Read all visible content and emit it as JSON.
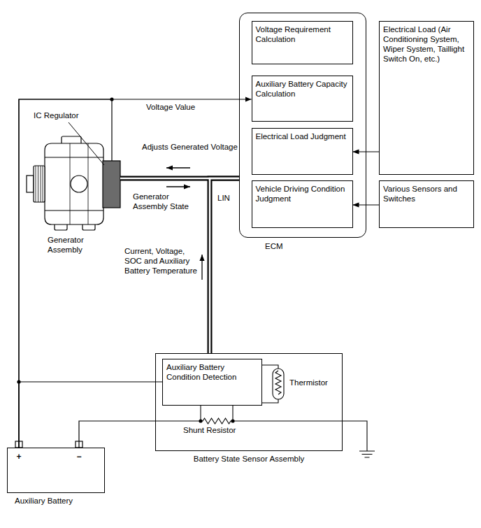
{
  "diagram": {
    "nodes": [
      {
        "text": [
          "ECM"
        ]
      },
      {
        "text": [
          "Voltage Requirement Calculation"
        ],
        "in": 0
      },
      {
        "text": [
          "Auxiliary Battery Capacity Calculation"
        ],
        "in": 0
      },
      {
        "text": [
          "Electrical Load Judgment"
        ],
        "in": 0
      },
      {
        "text": [
          "Vehicle Driving Condition Judgment"
        ],
        "in": 0
      },
      {
        "text": [
          "Electrical Load (Air Conditioning System, Wiper System, Taillight Switch On, etc.)"
        ]
      },
      {
        "text": [
          "Various Sensors and Switches"
        ]
      },
      {
        "text": [
          "Generator Assembly"
        ]
      },
      {
        "text": [
          "Battery State Sensor Assembly"
        ]
      },
      {
        "text": [
          "Auxiliary Battery Condition Detection"
        ],
        "in": 8
      },
      {
        "text": [
          "Auxiliary Battery"
        ]
      }
    ],
    "edges": [
      {
        "from": 5,
        "to": 3,
        "arrow": "to"
      },
      {
        "from": 6,
        "to": 4,
        "arrow": "to"
      },
      {
        "from": 0,
        "to": 7,
        "arrow": "none"
      },
      {
        "from": 8,
        "to": 0,
        "arrow": "none"
      },
      {
        "from": 10,
        "to": 2,
        "label": "Voltage Value",
        "arrow": "to"
      },
      {
        "from": 10,
        "to": 7,
        "arrow": "none"
      },
      {
        "from": 10,
        "to": 9,
        "arrow": "none"
      },
      {
        "from": 10,
        "to": 8,
        "arrow": "none"
      }
    ],
    "labels": [
      "IC Regulator",
      "Adjusts Generated Voltage",
      "Generator Assembly State",
      "LIN",
      "Current, Voltage, SOC and Auxiliary Battery Temperature",
      "Thermistor",
      "Shunt Resistor",
      "+",
      "−"
    ]
  }
}
